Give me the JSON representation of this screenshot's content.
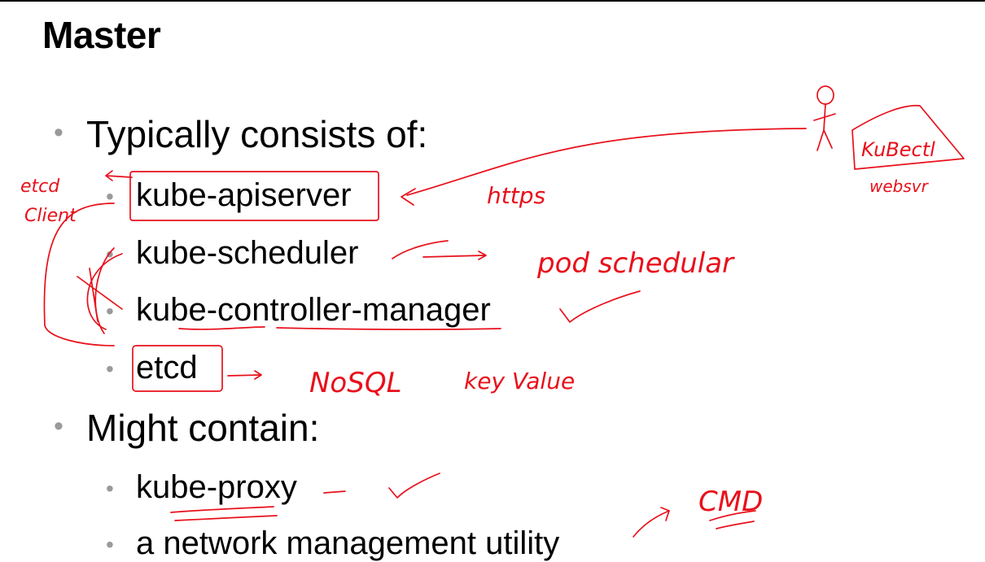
{
  "slide": {
    "title": "Master",
    "bullets": [
      {
        "text": "Typically consists of:",
        "children": [
          "kube-apiserver",
          "kube-scheduler",
          "kube-controller-manager",
          "etcd"
        ]
      },
      {
        "text": "Might contain:",
        "children": [
          "kube-proxy",
          "a network management utility"
        ]
      }
    ]
  },
  "annotations": {
    "color": "#e8101b",
    "notes": [
      "etcd",
      "Client",
      "https",
      "KuBectl",
      "websvr",
      "pod schedular",
      "NoSQL",
      "key Value",
      "CMD"
    ]
  }
}
